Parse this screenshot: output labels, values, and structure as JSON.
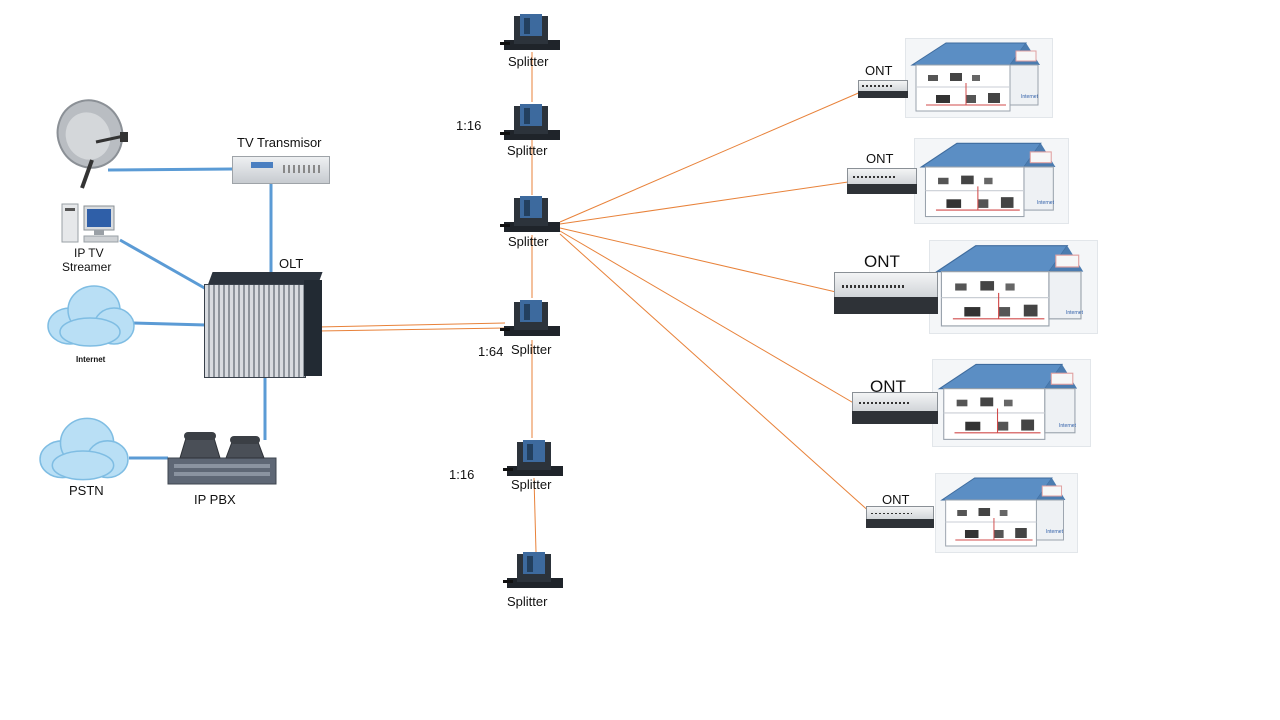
{
  "labels": {
    "tv_transmitter": "TV Transmisor",
    "olt": "OLT",
    "iptv_streamer_line1": "IP TV",
    "iptv_streamer_line2": "Streamer",
    "internet": "Internet",
    "pstn": "PSTN",
    "ip_pbx": "IP PBX"
  },
  "splitters": [
    {
      "label": "Splitter"
    },
    {
      "label": "Splitter",
      "ratio": "1:16"
    },
    {
      "label": "Splitter"
    },
    {
      "label": "Splitter",
      "ratio": "1:64"
    },
    {
      "label": "Splitter",
      "ratio": "1:16"
    },
    {
      "label": "Splitter"
    }
  ],
  "onts": [
    {
      "label": "ONT",
      "house_text": "Internet"
    },
    {
      "label": "ONT",
      "house_text": "Internet"
    },
    {
      "label": "ONT",
      "house_text": "Internet"
    },
    {
      "label": "ONT",
      "house_text": "Internet"
    },
    {
      "label": "ONT",
      "house_text": "Internet"
    }
  ],
  "colors": {
    "copper_link": "#5b9bd5",
    "fiber_link": "#e8823a",
    "cloud": "#9fd3f2",
    "olt_chassis": "#3a4452"
  }
}
